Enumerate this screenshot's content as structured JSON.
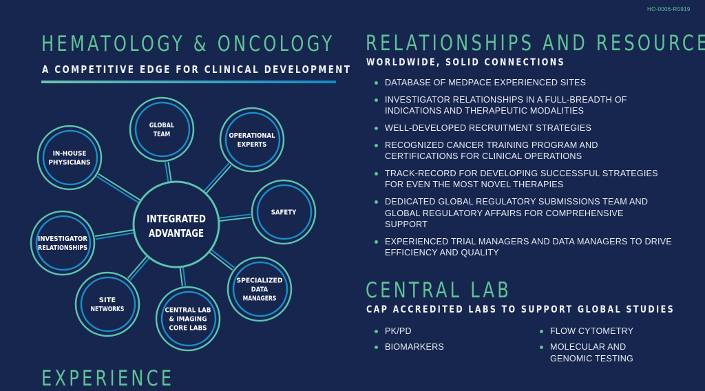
{
  "doc_code": "HO-0006-R0919",
  "left": {
    "title": "HEMATOLOGY & ONCOLOGY",
    "subtitle": "A COMPETITIVE EDGE FOR CLINICAL DEVELOPMENT",
    "diagram": {
      "center": [
        "INTEGRATED",
        "ADVANTAGE"
      ],
      "nodes": [
        {
          "lines": [
            "GLOBAL",
            "TEAM"
          ]
        },
        {
          "lines": [
            "OPERATIONAL",
            "EXPERTS"
          ]
        },
        {
          "lines": [
            "SAFETY"
          ]
        },
        {
          "lines": [
            "SPECIALIZED",
            "DATA",
            "MANAGERS"
          ]
        },
        {
          "lines": [
            "CENTRAL LAB",
            "& IMAGING",
            "CORE LABS"
          ]
        },
        {
          "lines": [
            "SITE",
            "NETWORKS"
          ]
        },
        {
          "lines": [
            "INVESTIGATOR",
            "RELATIONSHIPS"
          ]
        },
        {
          "lines": [
            "IN-HOUSE",
            "PHYSICIANS"
          ]
        }
      ]
    },
    "next_section_title": "EXPERIENCE"
  },
  "relationships": {
    "title": "RELATIONSHIPS AND RESOURCES",
    "subtitle": "WORLDWIDE, SOLID CONNECTIONS",
    "items": [
      "DATABASE OF MEDPACE EXPERIENCED SITES",
      "INVESTIGATOR RELATIONSHIPS IN A FULL-BREADTH OF INDICATIONS AND THERAPEUTIC MODALITIES",
      "WELL-DEVELOPED RECRUITMENT STRATEGIES",
      "RECOGNIZED CANCER TRAINING PROGRAM AND CERTIFICATIONS FOR CLINICAL OPERATIONS",
      "TRACK-RECORD FOR DEVELOPING SUCCESSFUL STRATEGIES FOR EVEN THE MOST NOVEL THERAPIES",
      "DEDICATED GLOBAL REGULATORY SUBMISSIONS TEAM AND GLOBAL REGULATORY AFFAIRS FOR COMPREHENSIVE SUPPORT",
      "EXPERIENCED TRIAL MANAGERS AND DATA MANAGERS TO DRIVE EFFICIENCY AND QUALITY"
    ]
  },
  "central_lab": {
    "title": "CENTRAL LAB",
    "subtitle": "CAP ACCREDITED LABS TO SUPPORT GLOBAL STUDIES",
    "col1": [
      "PK/PD",
      "BIOMARKERS"
    ],
    "col2": [
      "FLOW CYTOMETRY",
      "MOLECULAR AND GENOMIC TESTING"
    ]
  },
  "colors": {
    "background": "#17264f",
    "accent_green": "#5fc397",
    "ring_teal": "#5cc3ae",
    "ring_blue": "#1a8cc8"
  }
}
